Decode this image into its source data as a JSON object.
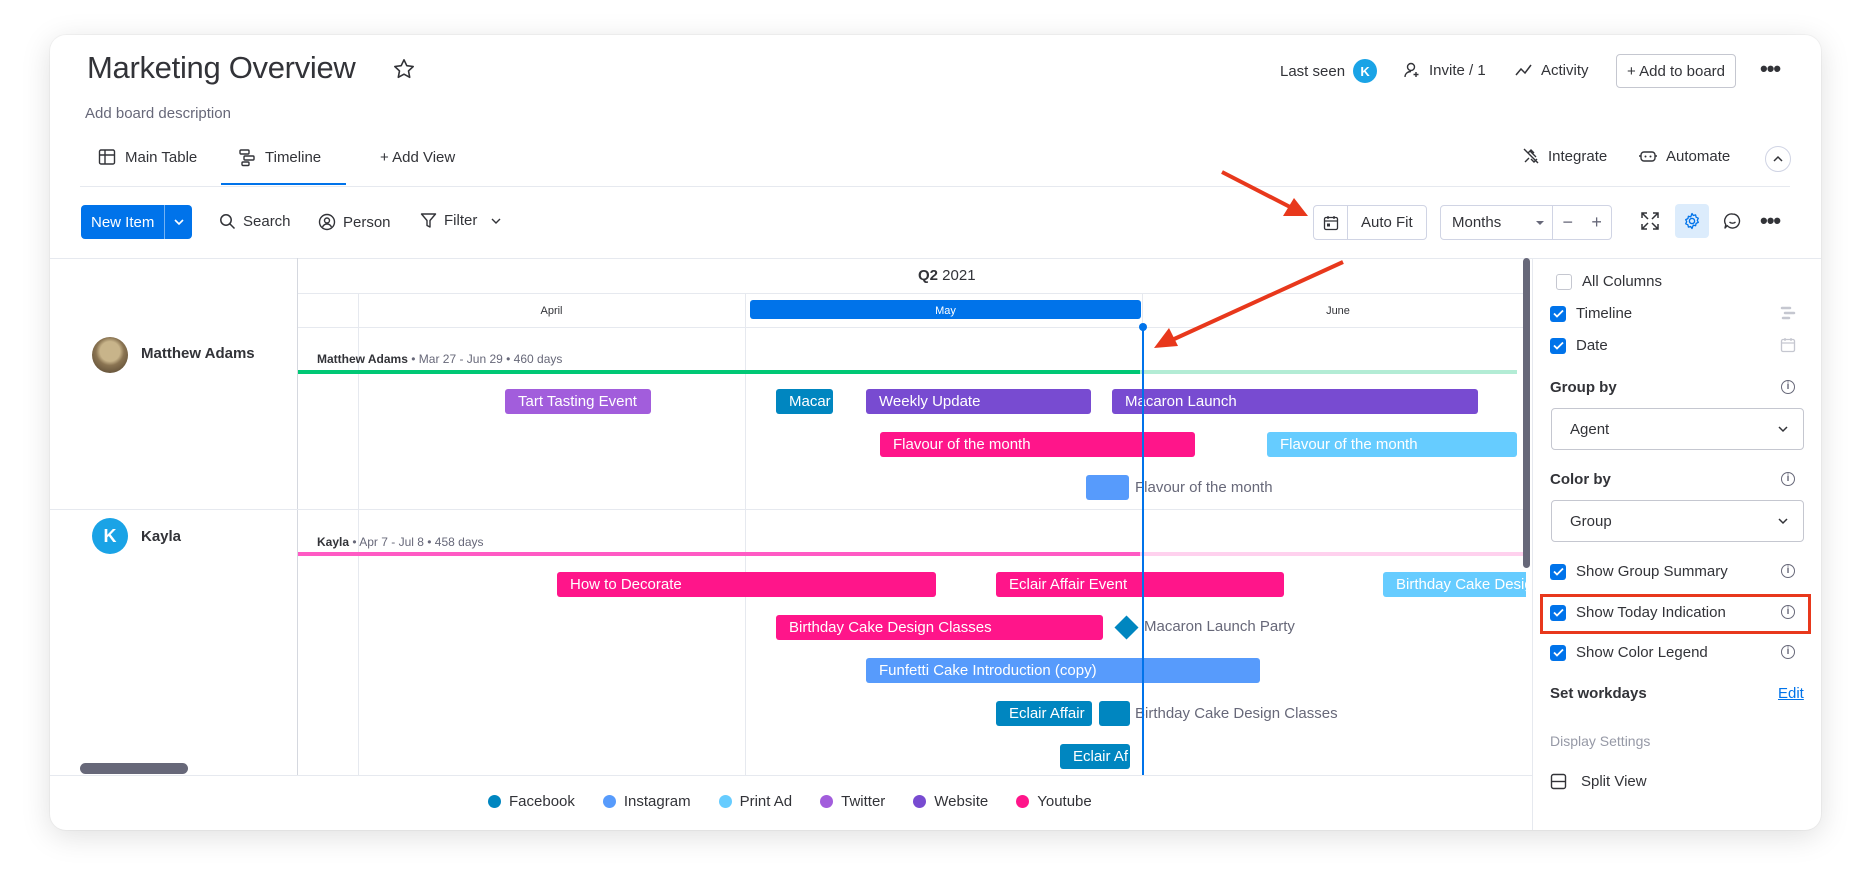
{
  "header": {
    "title": "Marketing Overview",
    "description": "Add board description",
    "last_seen_label": "Last seen",
    "last_seen_avatar": "K",
    "invite_label": "Invite / 1",
    "activity_label": "Activity",
    "add_to_board_label": "+ Add to board"
  },
  "tabs": {
    "main_table": "Main Table",
    "timeline": "Timeline",
    "add_view": "+ Add View",
    "integrate": "Integrate",
    "automate": "Automate"
  },
  "toolbar": {
    "new_item": "New Item",
    "search": "Search",
    "person": "Person",
    "filter": "Filter",
    "auto_fit": "Auto Fit",
    "scale": "Months"
  },
  "timeline": {
    "quarter_bold": "Q2",
    "quarter_year": " 2021",
    "months": [
      "April",
      "May",
      "June"
    ],
    "groups": [
      {
        "person": "Matthew Adams",
        "summary_name": "Matthew Adams",
        "summary_detail": " • Mar 27 - Jun 29 • 460 days",
        "color": "#00c875"
      },
      {
        "person": "Kayla",
        "avatar": "K",
        "summary_name": "Kayla",
        "summary_detail": " • Apr 7 - Jul 8 • 458 days",
        "color": "#ff5ac4"
      }
    ],
    "items": {
      "tart_tasting": "Tart Tasting Event",
      "macaron_short": "Macar",
      "weekly_update": "Weekly Update",
      "macaron_launch": "Macaron Launch",
      "flavour_1": "Flavour of the month",
      "flavour_2": "Flavour of the month",
      "flavour_3": "Flavour of the month",
      "how_to_decorate": "How to Decorate",
      "eclair_affair_event": "Eclair Affair Event",
      "birthday_right": "Birthday Cake Design",
      "birthday_classes": "Birthday Cake Design Classes",
      "macaron_party": "Macaron Launch Party",
      "funfetti": "Funfetti Cake Introduction (copy)",
      "eclair_affair": "Eclair Affair",
      "birthday_classes_2": "Birthday Cake Design Classes",
      "eclair_short": "Eclair Af"
    }
  },
  "legend": [
    {
      "label": "Facebook",
      "color": "#0086c0"
    },
    {
      "label": "Instagram",
      "color": "#579bfc"
    },
    {
      "label": "Print Ad",
      "color": "#66ccff"
    },
    {
      "label": "Twitter",
      "color": "#a25ddc"
    },
    {
      "label": "Website",
      "color": "#784bd1"
    },
    {
      "label": "Youtube",
      "color": "#ff158a"
    }
  ],
  "settings": {
    "all_columns": "All Columns",
    "timeline": "Timeline",
    "date": "Date",
    "group_by_label": "Group by",
    "group_by_value": "Agent",
    "color_by_label": "Color by",
    "color_by_value": "Group",
    "show_group_summary": "Show Group Summary",
    "show_today_indication": "Show Today Indication",
    "show_color_legend": "Show Color Legend",
    "set_workdays": "Set workdays",
    "edit": "Edit",
    "display_settings": "Display Settings",
    "split_view": "Split View"
  },
  "colors": {
    "accent": "#0073ea",
    "annotation": "#e8381c"
  }
}
